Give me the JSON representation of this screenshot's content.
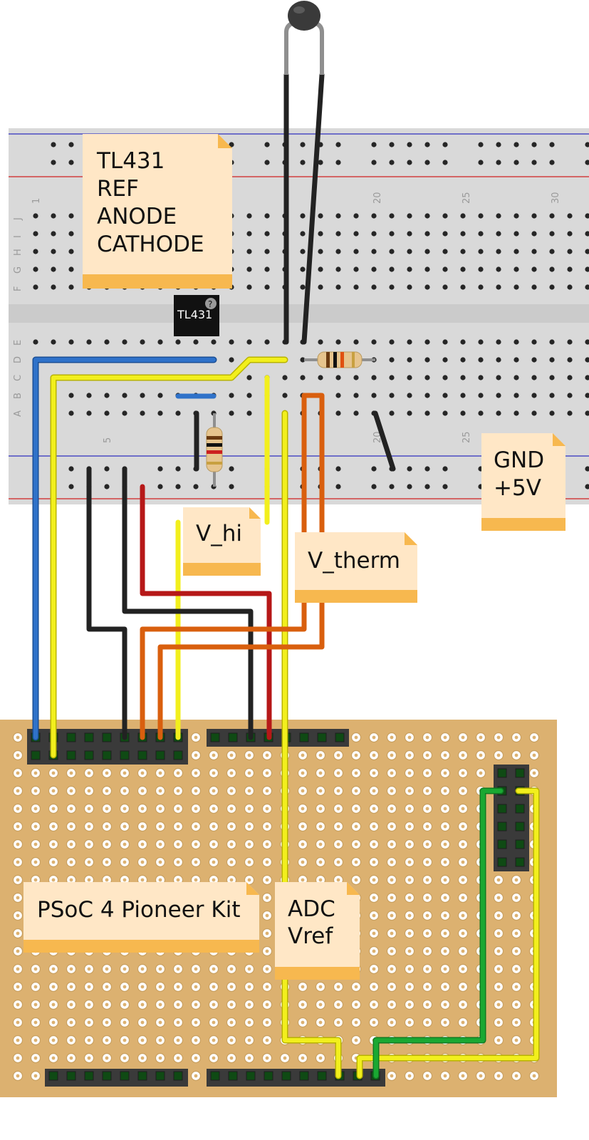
{
  "notes": {
    "pinout": [
      "TL431",
      "REF",
      "ANODE",
      "CATHODE"
    ],
    "power": [
      "GND",
      "+5V"
    ],
    "vhi": [
      "V_hi"
    ],
    "vtherm": [
      "V_therm"
    ],
    "kit": [
      "PSoC 4 Pioneer Kit"
    ],
    "adc": [
      "ADC",
      "Vref"
    ]
  },
  "ic_label": "TL431",
  "ic_help": "?",
  "breadboard": {
    "column_numbers_top": [
      "1",
      "20",
      "25",
      "30"
    ],
    "column_numbers_bottom": [
      "5",
      "20",
      "25"
    ],
    "row_letters_top": [
      "J",
      "I",
      "H",
      "G",
      "F"
    ],
    "row_letters_bottom": [
      "E",
      "D",
      "C",
      "B",
      "A"
    ]
  },
  "colors": {
    "breadboard": "#d9d9d9",
    "perfboard": "#dcb170",
    "note": "#ffe7c6",
    "note_band": "#f7b84f",
    "wire_blue": "#2f72c9",
    "wire_yellow": "#f2ef1d",
    "wire_black": "#222222",
    "wire_red": "#b61818",
    "wire_orange": "#d95f0e",
    "wire_green": "#1aa832",
    "rail_blue": "#3030c0",
    "rail_red": "#d02020"
  }
}
